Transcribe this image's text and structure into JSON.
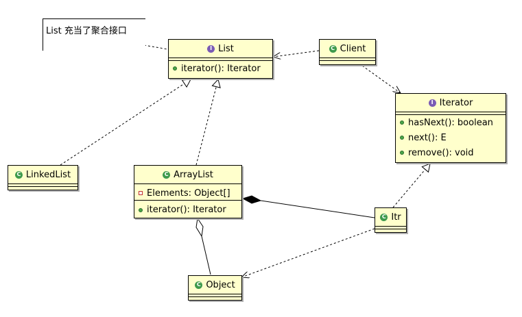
{
  "note": {
    "text": "List 充当了聚合接口"
  },
  "classes": {
    "list": {
      "name": "List",
      "kind": "I",
      "operations": [
        "iterator(): Iterator"
      ]
    },
    "client": {
      "name": "Client",
      "kind": "C"
    },
    "iterator": {
      "name": "Iterator",
      "kind": "I",
      "operations": [
        "hasNext(): boolean",
        "next(): E",
        "remove(): void"
      ]
    },
    "linkedlist": {
      "name": "LinkedList",
      "kind": "C"
    },
    "arraylist": {
      "name": "ArrayList",
      "kind": "C",
      "attributes": [
        "Elements: Object[]"
      ],
      "operations": [
        "iterator(): Iterator"
      ]
    },
    "itr": {
      "name": "Itr",
      "kind": "C"
    },
    "object": {
      "name": "Object",
      "kind": "C"
    }
  },
  "colors": {
    "class_fill": "#ffffcc",
    "interface_badge": "#7a5bb5",
    "class_badge": "#3e9a4c"
  }
}
